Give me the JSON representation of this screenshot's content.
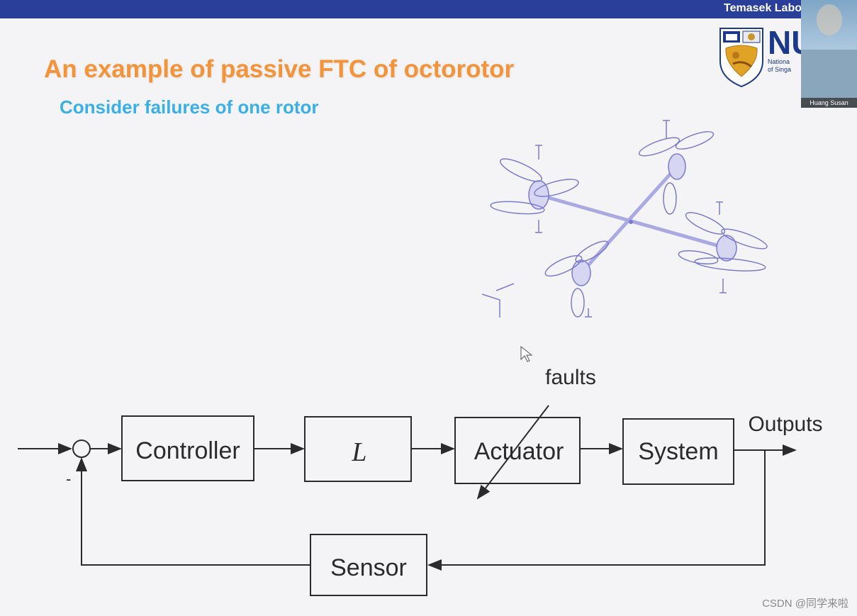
{
  "header": {
    "lab_name": "Temasek Labo",
    "logo_text": "NU",
    "logo_sub_1": "Nationa",
    "logo_sub_2": "of Singa"
  },
  "video": {
    "name": "Huang Susan"
  },
  "slide": {
    "title": "An example of passive FTC of octorotor",
    "subtitle": "Consider failures of one rotor"
  },
  "diagram": {
    "blocks": {
      "controller": "Controller",
      "l_block": "L",
      "actuator": "Actuator",
      "system": "System",
      "sensor": "Sensor"
    },
    "faults_label": "faults",
    "outputs_label": "Outputs",
    "minus_sign": "-"
  },
  "watermark": "CSDN @同学来啦",
  "colors": {
    "title": "#f4943a",
    "subtitle": "#3ab0e6",
    "topbar": "#2a3f9a",
    "drone_lines": "#7a7ad0"
  }
}
